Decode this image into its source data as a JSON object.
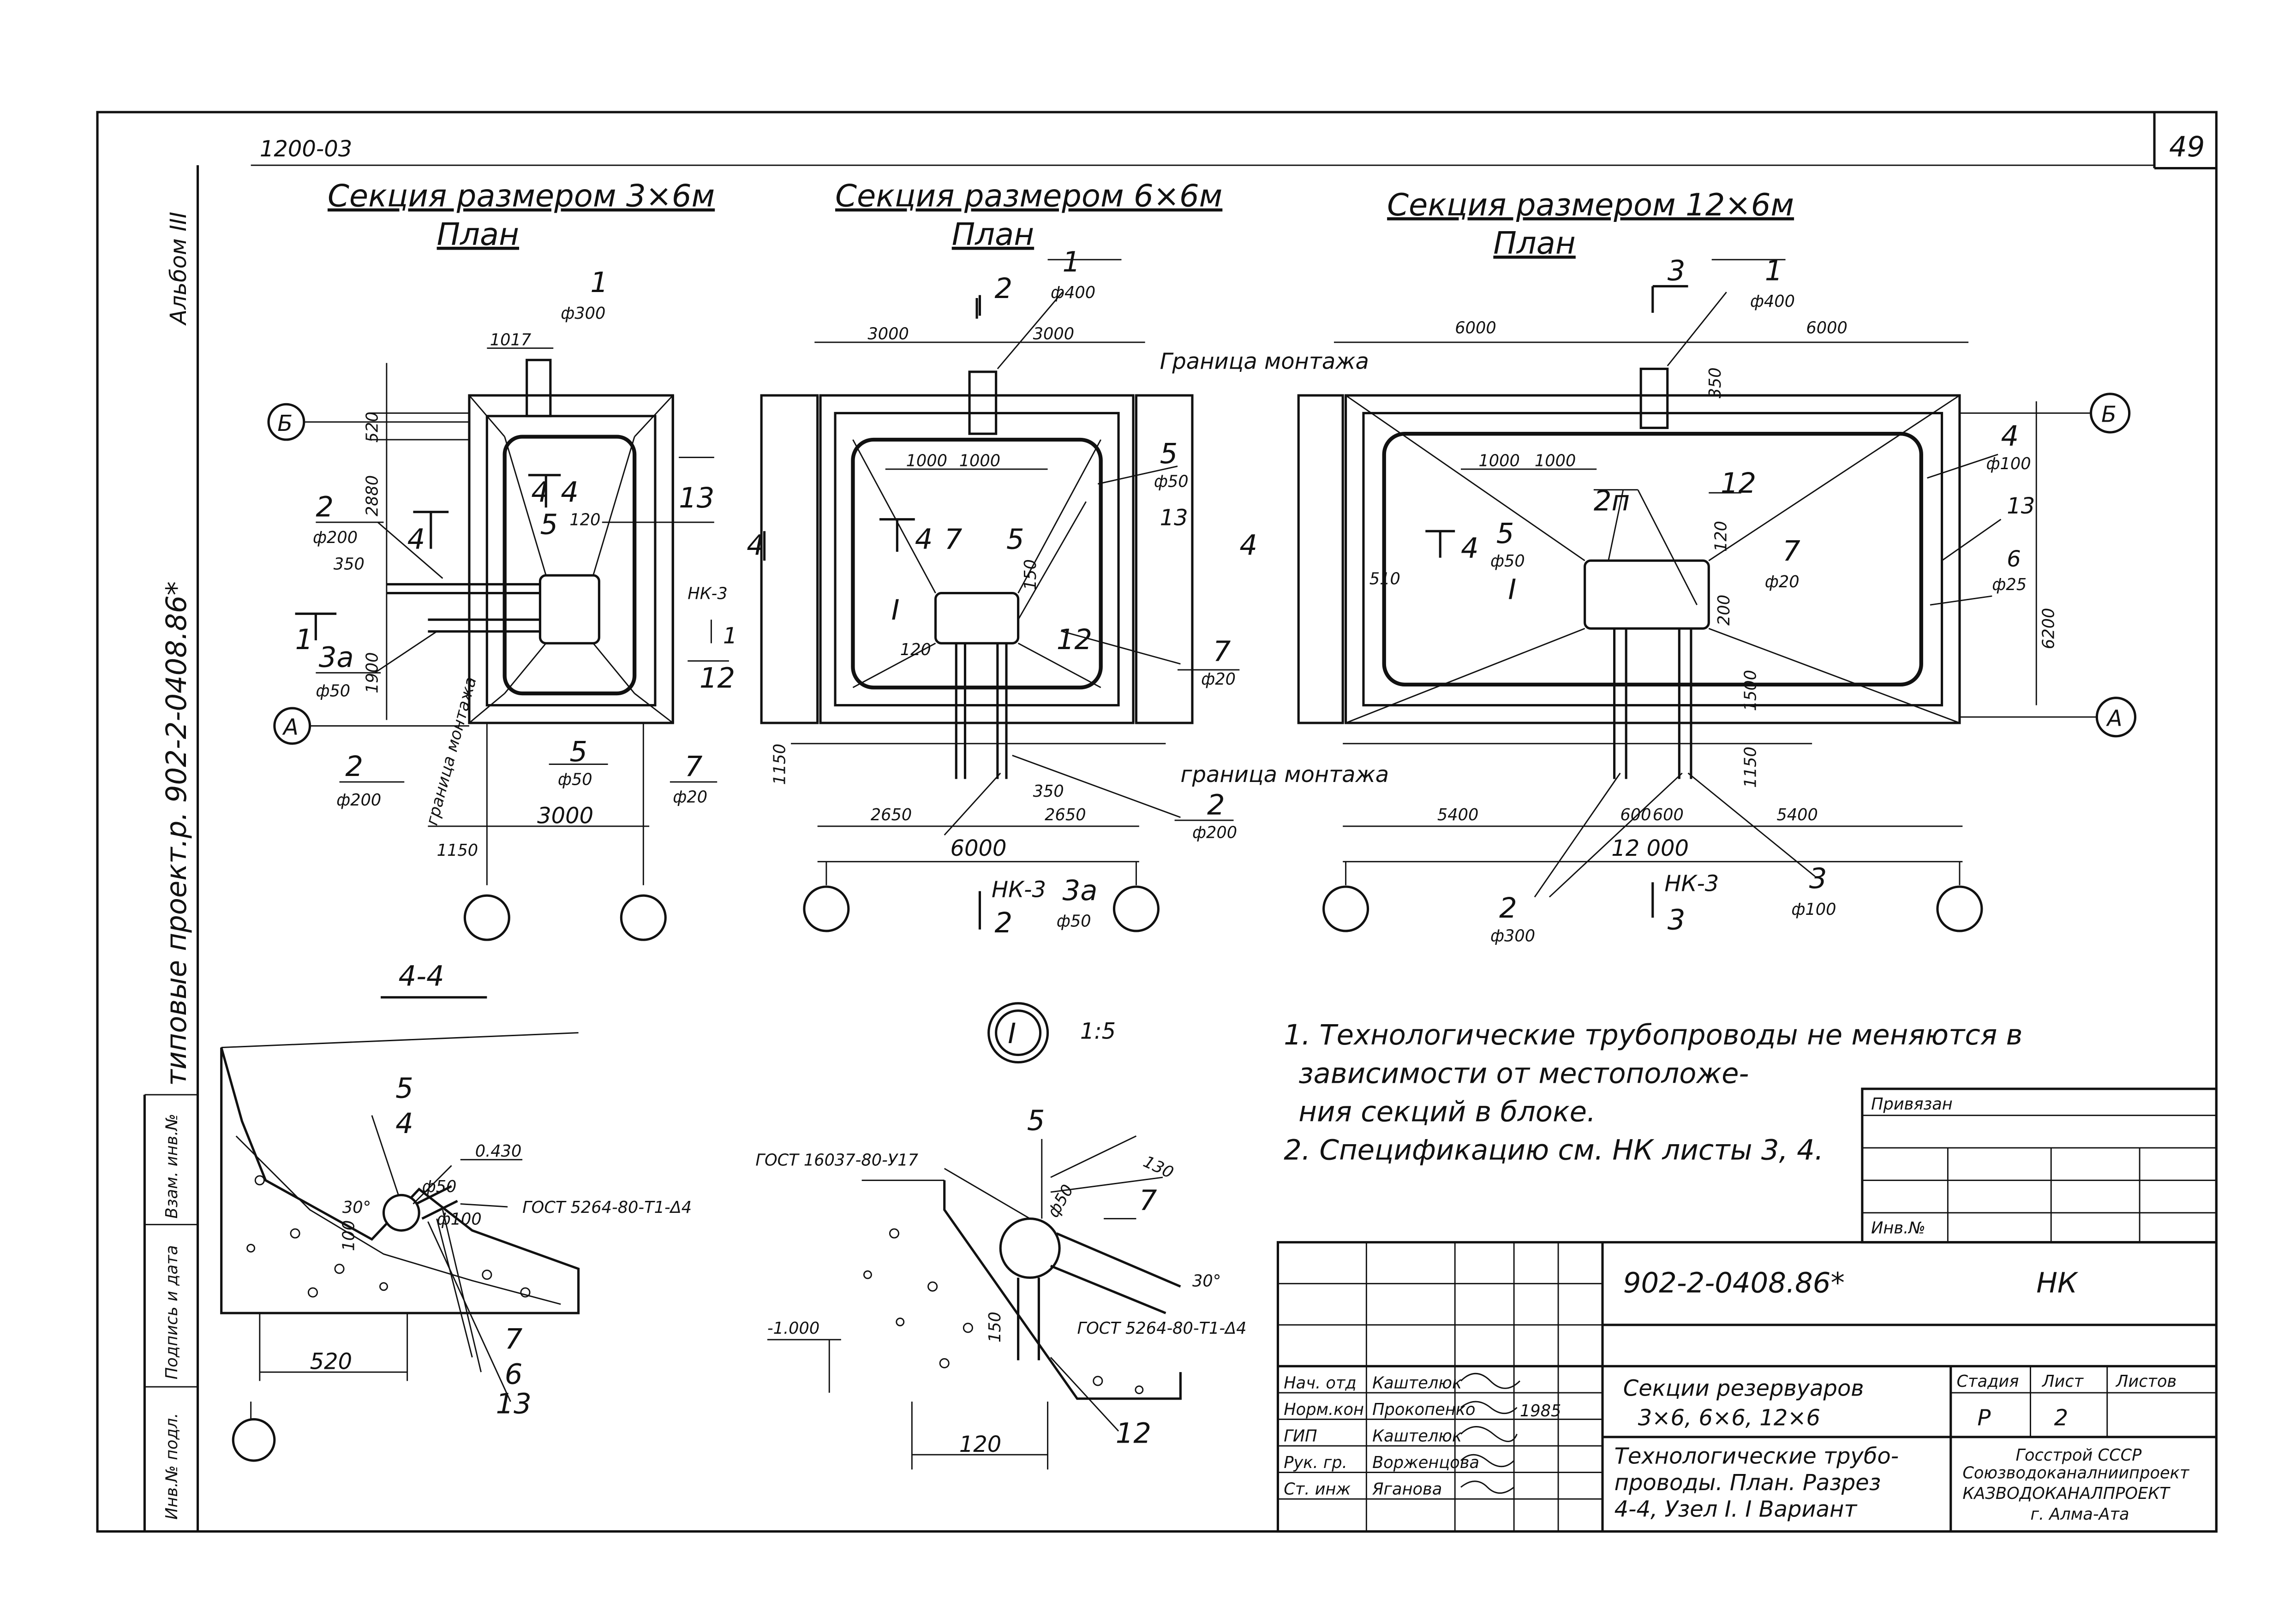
{
  "sheet": {
    "code_top": "1200-03",
    "sheet_no": "49",
    "album": "Альбом III",
    "side_title": "типовые проект.р. 902-2-0408.86*"
  },
  "sections": [
    {
      "title": "Секция размером 3×6м",
      "sub": "План"
    },
    {
      "title": "Секция размером 6×6м",
      "sub": "План"
    },
    {
      "title": "Секция размером 12×6м",
      "sub": "План"
    }
  ],
  "plan1": {
    "pos_1": "1",
    "d_1": "ф300",
    "dim_1017": "1017",
    "dim_350": "350",
    "dim_520": "520",
    "dim_2880": "2880",
    "dim_1900": "1900",
    "dim_120": "120",
    "dim_1150": "1150",
    "dim_3000": "3000",
    "pos_2a": "2",
    "d_2a": "ф200",
    "pos_3a": "3a",
    "d_3a": "ф50",
    "pos_2b": "2",
    "d_2b": "ф200",
    "pos_5": "5",
    "d_5": "ф50",
    "pos_7": "7",
    "d_7": "ф20",
    "pos_13": "13",
    "pos_12": "12",
    "nk3": "НК-3",
    "nk3_num": "1",
    "cut_1": "1",
    "cut_4": "4",
    "cut_4b": "4",
    "cut_4c": "4",
    "in_5": "5",
    "border": "граница монтажа",
    "axis_b": "Б",
    "axis_a": "А"
  },
  "plan2": {
    "pos_2": "2",
    "pos_1": "1",
    "d_1": "ф400",
    "dim_3000a": "3000",
    "dim_3000b": "3000",
    "dim_1000a": "1000",
    "dim_1000b": "1000",
    "pos_5": "5",
    "d_5": "ф50",
    "pos_13": "13",
    "in_4": "4",
    "in_7": "7",
    "in_5": "5",
    "mark_I": "I",
    "dim_120": "120",
    "dim_150": "150",
    "pos_12": "12",
    "pos_7": "7",
    "d_7": "ф20",
    "dim_1150": "1150",
    "dim_350": "350",
    "dim_2650a": "2650",
    "dim_2650b": "2650",
    "dim_6000": "6000",
    "pos_2b": "2",
    "d_2b": "ф200",
    "nk3": "НК-3",
    "nk3_num": "2",
    "pos_3a": "3a",
    "d_3a": "ф50",
    "cut_4": "4",
    "border_top": "Граница монтажа",
    "border_bottom": "граница монтажа"
  },
  "plan3": {
    "pos_3": "3",
    "pos_1": "1",
    "d_1": "ф400",
    "dim_6000a": "6000",
    "dim_6000b": "6000",
    "dim_350": "350",
    "dim_1000a": "1000",
    "dim_1000b": "1000",
    "pos_4": "4",
    "d_4": "ф100",
    "pos_12": "12",
    "pos_2p": "2п",
    "pos_5": "5",
    "d_5": "ф50",
    "mark_I": "I",
    "in_4": "4",
    "dim_510": "510",
    "dim_120": "120",
    "dim_200": "200",
    "pos_7": "7",
    "d_7": "ф20",
    "pos_13": "13",
    "pos_6": "6",
    "d_6": "ф25",
    "dim_6200": "6200",
    "dim_1500": "1500",
    "dim_1150": "1150",
    "dim_5400a": "5400",
    "dim_600a": "600",
    "dim_600b": "600",
    "dim_5400b": "5400",
    "dim_12000": "12 000",
    "pos_2": "2",
    "d_2": "ф300",
    "pos_3b": "3",
    "d_3b": "ф100",
    "nk3": "НК-3",
    "nk3_num": "3",
    "cut_4": "4",
    "axis_b": "Б",
    "axis_a": "А"
  },
  "section44": {
    "title": "4-4",
    "pos_5_4_top": "5",
    "pos_5_4_bot": "4",
    "d_50": "ф50",
    "d_100": "ф100",
    "angle": "30°",
    "dim_100": "100",
    "level": "0.430",
    "gost": "ГОСТ 5264-80-Т1-Δ4",
    "dim_520": "520",
    "pos_7_6_top": "7",
    "pos_7_6_bot": "6",
    "pos_13": "13"
  },
  "node1": {
    "mark": "I",
    "scale": "1:5",
    "pos_5": "5",
    "gost_top": "ГОСТ 16037-80-У17",
    "dim_130": "130",
    "d_50": "ф50",
    "pos_7": "7",
    "angle": "30°",
    "level": "-1.000",
    "dim_150": "150",
    "gost_bottom": "ГОСТ 5264-80-Т1-Δ4",
    "pos_12": "12",
    "dim_120": "120"
  },
  "notes": [
    "1. Технологические трубопроводы не меняются в",
    "зависимости от местоположе-",
    "ния секций в блоке.",
    "2. Спецификацию см. НК листы 3, 4."
  ],
  "binding": {
    "label": "Привязан",
    "inv_label": "Инв.№"
  },
  "title_block": {
    "code": "902-2-0408.86*",
    "mark": "НК",
    "project_title_line1": "Секции резервуаров",
    "project_title_line2": "3×6, 6×6, 12×6",
    "sheet_title_line1": "Технологические трубо-",
    "sheet_title_line2": "проводы. План. Разрез",
    "sheet_title_line3": "4-4, Узел I. I Вариант",
    "stage_label": "Стадия",
    "sheet_label": "Лист",
    "sheets_label": "Листов",
    "stage": "Р",
    "sheet": "2",
    "org_line1": "Госстрой СССР",
    "org_line2": "Союзводоканалниипроект",
    "org_line3": "КАЗВОДОКАНАЛПРОЕКТ",
    "org_line4": "г. Алма-Ата",
    "year": "1985",
    "staff": [
      {
        "role": "Нач. отд",
        "name": "Каштелюк"
      },
      {
        "role": "Норм.кон",
        "name": "Прокопенко"
      },
      {
        "role": "ГИП",
        "name": "Каштелюк"
      },
      {
        "role": "Рук. гр.",
        "name": "Ворженцова"
      },
      {
        "role": "Ст. инж",
        "name": "Яганова"
      }
    ]
  },
  "stamp": {
    "col1": "Инв.№ подл.",
    "col2": "Подпись и дата",
    "col3": "Взам. инв.№"
  }
}
